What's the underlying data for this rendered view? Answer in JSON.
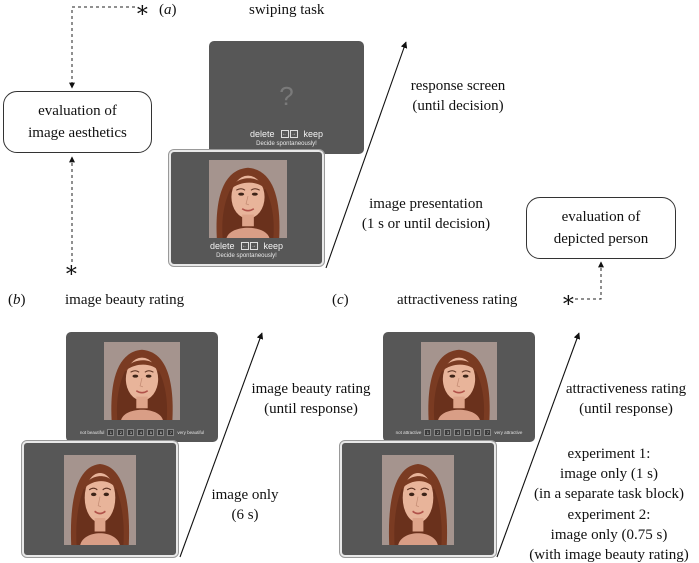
{
  "panels": {
    "a": {
      "label": "a",
      "title": "swiping task"
    },
    "b": {
      "label": "b",
      "title": "image beauty rating"
    },
    "c": {
      "label": "c",
      "title": "attractiveness rating"
    }
  },
  "eval_aesthetics": {
    "line1": "evaluation of",
    "line2": "image aesthetics"
  },
  "eval_person": {
    "line1": "evaluation of",
    "line2": "depicted person"
  },
  "swipe": {
    "question_mark": "?",
    "delete_label": "delete",
    "keep_label": "keep",
    "key_left": "←",
    "key_right": "→",
    "decide_text": "Decide spontaneously!",
    "response_note": [
      "response screen",
      "(until decision)"
    ],
    "presentation_note": [
      "image presentation",
      "(1 s or until decision)"
    ]
  },
  "beauty": {
    "low_label": "not beautiful",
    "high_label": "very beautiful",
    "scale": [
      "1",
      "2",
      "3",
      "4",
      "5",
      "6",
      "7"
    ],
    "rating_note": [
      "image beauty rating",
      "(until response)"
    ],
    "only_note": [
      "image only",
      "(6 s)"
    ]
  },
  "attract": {
    "low_label": "not attractive",
    "high_label": "very attractive",
    "scale": [
      "1",
      "2",
      "3",
      "4",
      "5",
      "6",
      "7"
    ],
    "rating_note": [
      "attractiveness rating",
      "(until response)"
    ],
    "exp1_note": [
      "experiment 1:",
      "image only (1 s)",
      "(in a separate task block)"
    ],
    "exp2_note": [
      "experiment 2:",
      "image only (0.75 s)",
      "(with image beauty rating)"
    ]
  },
  "asterisk": "∗",
  "colors": {
    "screen": "#575757",
    "hair": "#7a3b22",
    "skin": "#e8b49a",
    "photo_bg": "#9a8a86"
  }
}
